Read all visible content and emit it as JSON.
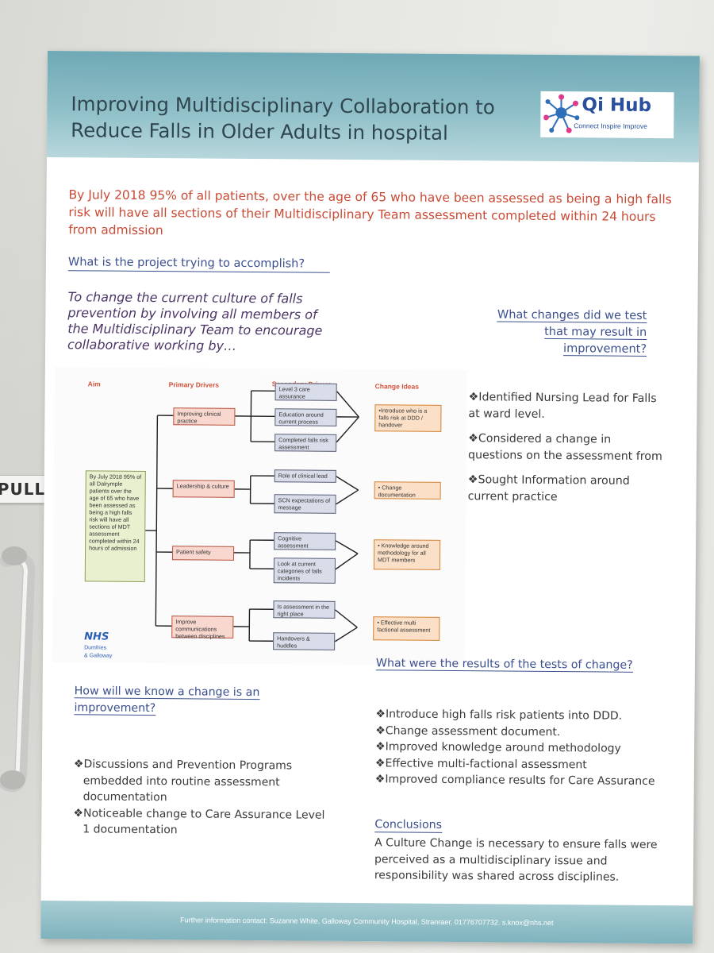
{
  "door": {
    "pull_sign": "PULL"
  },
  "header": {
    "title": "Improving Multidisciplinary Collaboration to Reduce Falls in Older Adults in hospital",
    "logo_name": "Qi Hub",
    "logo_tagline": "Connect Inspire Improve"
  },
  "aim_statement": "By July 2018 95% of all patients, over the age of 65 who have been assessed as being a high falls risk will have all sections of their Multidisciplinary Team assessment completed within 24 hours from admission",
  "accomplish": {
    "heading": "What is the project trying to accomplish?",
    "text": "To change the current culture of falls prevention by involving all members of the Multidisciplinary Team to encourage collaborative working by…"
  },
  "driver_diagram": {
    "col_aim": "Aim",
    "col_primary": "Primary Drivers",
    "col_secondary": "Secondary Drivers",
    "col_change": "Change Ideas",
    "aim_box": "By July 2018 95% of all Dalrymple patients over the age of 65 who have been assessed as being a high falls risk will have all sections of MDT assessment completed within 24 hours of admission",
    "primary": [
      "Improving clinical practice",
      "Leadership & culture",
      "Patient safety",
      "Improve communications between disciplines"
    ],
    "secondary": [
      "Level 3 care assurance",
      "Education around current process",
      "Completed falls risk assessment",
      "Role of clinical lead",
      "SCN expectations of message",
      "Cognitive assessment",
      "Look at current categories of falls incidents",
      "Is assessment in the right place",
      "Handovers & huddles"
    ],
    "changes": [
      "•Introduce who is a falls risk at DDD / handover",
      "• Change documentation",
      "• Knowledge around methodology for all MDT members",
      "• Effective multi factional assessment"
    ],
    "nhs_mark": "NHS",
    "nhs_org_1": "Dumfries",
    "nhs_org_2": "& Galloway"
  },
  "changes_tested": {
    "heading_1": "What changes did we test",
    "heading_2": "that may result in",
    "heading_3": "improvement?",
    "items": [
      "❖Identified Nursing Lead for Falls at ward level.",
      "❖Considered a change in questions on the assessment from",
      "❖Sought Information around current practice"
    ]
  },
  "results": {
    "heading": "What were the results of the tests of change?",
    "items": [
      "❖Introduce high falls risk patients into DDD.",
      "❖Change assessment document.",
      "❖Improved knowledge around methodology",
      "❖Effective multi-factional assessment",
      "❖Improved compliance results for Care Assurance"
    ]
  },
  "improvement": {
    "heading": "How will we know a change is an improvement?",
    "items": [
      "❖Discussions and Prevention Programs embedded into routine assessment documentation",
      "❖Noticeable change to Care Assurance Level 1 documentation"
    ]
  },
  "conclusions": {
    "heading": "Conclusions",
    "text": "A Culture Change is necessary to ensure falls were perceived as a multidisciplinary issue and responsibility was shared across disciplines."
  },
  "footer": {
    "text": "Further information contact: Suzanne White, Galloway Community Hospital, Stranraer. 01776707732. s.knox@nhs.net"
  },
  "colors": {
    "header_teal": "#6fa9b5",
    "aim_red": "#c94a34",
    "heading_blue": "#3b4f8e",
    "purpose_purple": "#4a3566"
  }
}
